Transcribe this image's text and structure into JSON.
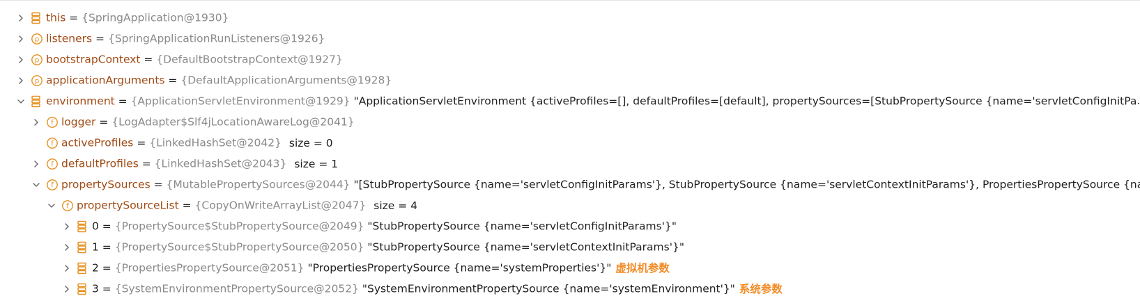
{
  "variables": [
    {
      "indent": 0,
      "expander": "collapsed",
      "icon": "local-variable-icon",
      "name": "this",
      "type_ref": "{SpringApplication@1930}",
      "value": "",
      "note": ""
    },
    {
      "indent": 0,
      "expander": "collapsed",
      "icon": "parameter-icon",
      "name": "listeners",
      "type_ref": "{SpringApplicationRunListeners@1926}",
      "value": "",
      "note": ""
    },
    {
      "indent": 0,
      "expander": "collapsed",
      "icon": "parameter-icon",
      "name": "bootstrapContext",
      "type_ref": "{DefaultBootstrapContext@1927}",
      "value": "",
      "note": ""
    },
    {
      "indent": 0,
      "expander": "collapsed",
      "icon": "parameter-icon",
      "name": "applicationArguments",
      "type_ref": "{DefaultApplicationArguments@1928}",
      "value": "",
      "note": ""
    },
    {
      "indent": 0,
      "expander": "expanded",
      "icon": "local-variable-icon",
      "name": "environment",
      "type_ref": "{ApplicationServletEnvironment@1929}",
      "value": "\"ApplicationServletEnvironment {activeProfiles=[], defaultProfiles=[default], propertySources=[StubPropertySource {name='servletConfigInitParar...",
      "note": ""
    },
    {
      "indent": 1,
      "expander": "collapsed",
      "icon": "field-icon",
      "name": "logger",
      "type_ref": "{LogAdapter$Slf4jLocationAwareLog@2041}",
      "value": "",
      "note": ""
    },
    {
      "indent": 1,
      "expander": "none",
      "icon": "field-icon",
      "name": "activeProfiles",
      "type_ref": "{LinkedHashSet@2042}",
      "value": "size = 0",
      "note": ""
    },
    {
      "indent": 1,
      "expander": "collapsed",
      "icon": "field-icon",
      "name": "defaultProfiles",
      "type_ref": "{LinkedHashSet@2043}",
      "value": "size = 1",
      "note": ""
    },
    {
      "indent": 1,
      "expander": "expanded",
      "icon": "field-icon",
      "name": "propertySources",
      "type_ref": "{MutablePropertySources@2044}",
      "value": "\"[StubPropertySource {name='servletConfigInitParams'}, StubPropertySource {name='servletContextInitParams'}, PropertiesPropertySource {nam...",
      "note": ""
    },
    {
      "indent": 2,
      "expander": "expanded",
      "icon": "field-icon",
      "name": "propertySourceList",
      "type_ref": "{CopyOnWriteArrayList@2047}",
      "value": "size = 4",
      "note": ""
    },
    {
      "indent": 3,
      "expander": "collapsed",
      "icon": "local-variable-icon",
      "name": "0",
      "type_ref": "{PropertySource$StubPropertySource@2049}",
      "value": "\"StubPropertySource {name='servletConfigInitParams'}\"",
      "note": ""
    },
    {
      "indent": 3,
      "expander": "collapsed",
      "icon": "local-variable-icon",
      "name": "1",
      "type_ref": "{PropertySource$StubPropertySource@2050}",
      "value": "\"StubPropertySource {name='servletContextInitParams'}\"",
      "note": ""
    },
    {
      "indent": 3,
      "expander": "collapsed",
      "icon": "local-variable-icon",
      "name": "2",
      "type_ref": "{PropertiesPropertySource@2051}",
      "value": "\"PropertiesPropertySource {name='systemProperties'}\"",
      "note": "虚拟机参数"
    },
    {
      "indent": 3,
      "expander": "collapsed",
      "icon": "local-variable-icon",
      "name": "3",
      "type_ref": "{SystemEnvironmentPropertySource@2052}",
      "value": "\"SystemEnvironmentPropertySource {name='systemEnvironment'}\"",
      "note": "系统参数"
    }
  ],
  "colors": {
    "name": "#a04a14",
    "type": "#8a8a8a",
    "icon": "#e5901f",
    "note": "#f28c28",
    "chevron": "#6b6b6b"
  }
}
